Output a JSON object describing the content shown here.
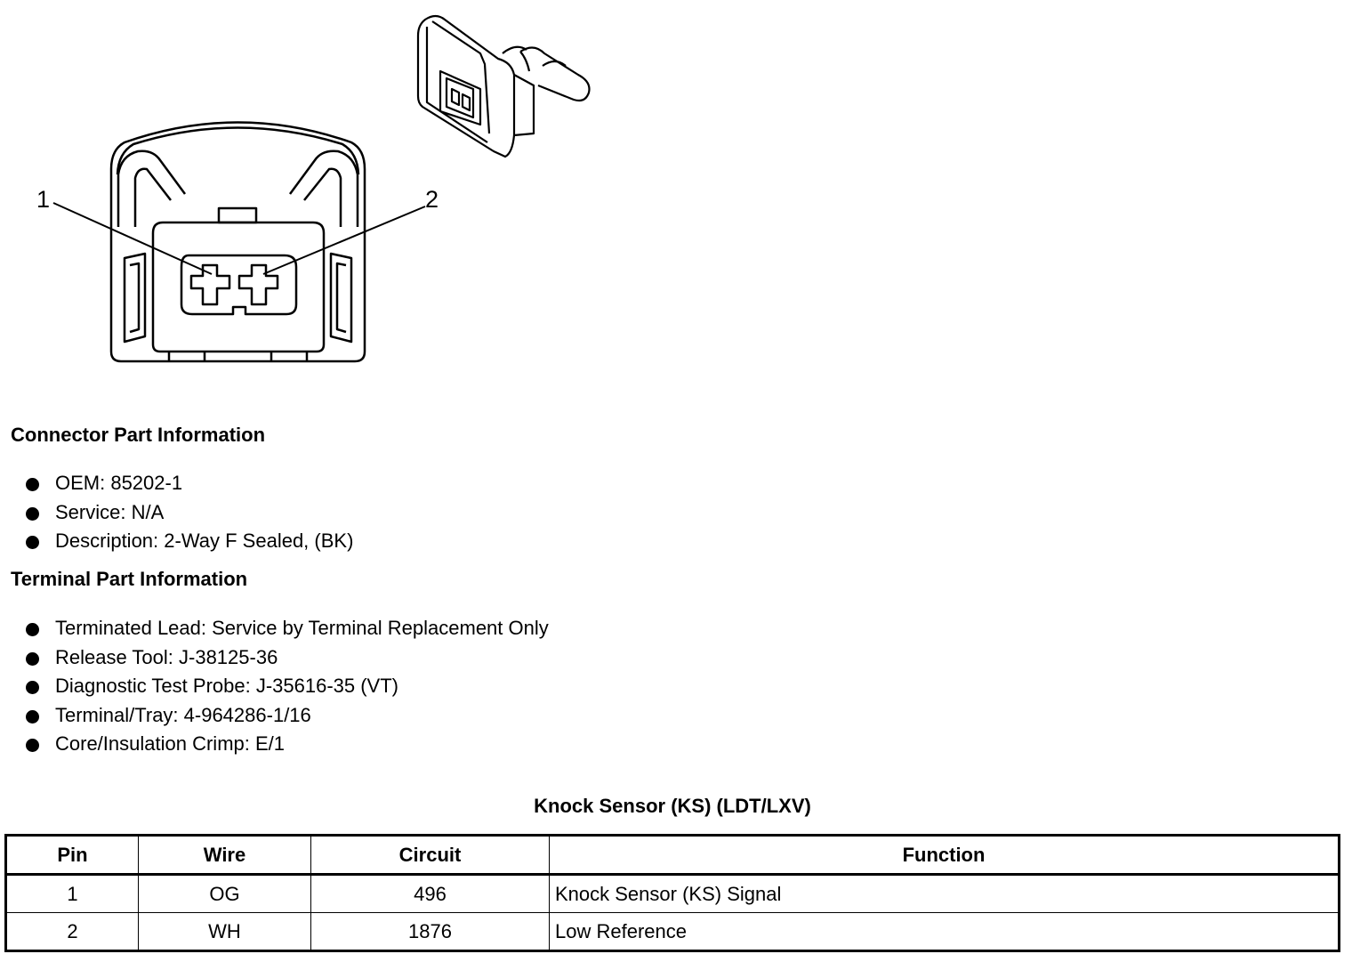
{
  "diagram": {
    "pin_labels": [
      "1",
      "2"
    ]
  },
  "connector_section": {
    "title": "Connector Part Information",
    "items": [
      "OEM: 85202-1",
      "Service: N/A",
      "Description: 2-Way F Sealed, (BK)"
    ]
  },
  "terminal_section": {
    "title": "Terminal Part Information",
    "items": [
      "Terminated Lead: Service by Terminal Replacement Only",
      "Release Tool: J-38125-36",
      "Diagnostic Test Probe: J-35616-35 (VT)",
      "Terminal/Tray: 4-964286-1/16",
      "Core/Insulation Crimp: E/1"
    ]
  },
  "table": {
    "title": "Knock Sensor (KS) (LDT/LXV)",
    "headers": [
      "Pin",
      "Wire",
      "Circuit",
      "Function"
    ],
    "rows": [
      [
        "1",
        "OG",
        "496",
        "Knock Sensor (KS) Signal"
      ],
      [
        "2",
        "WH",
        "1876",
        "Low Reference"
      ]
    ]
  }
}
